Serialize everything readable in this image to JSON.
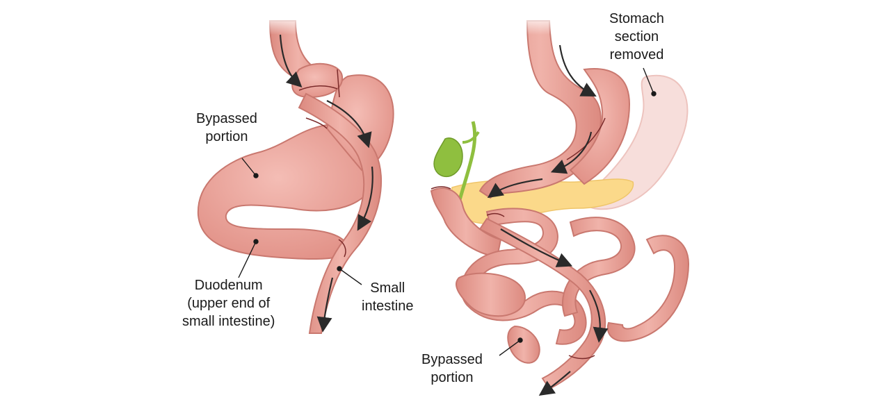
{
  "left_diagram": {
    "bypassed_portion_label": [
      "Bypassed",
      "portion"
    ],
    "duodenum_label": [
      "Duodenum",
      "(upper end of",
      "small intestine)"
    ],
    "small_intestine_label": [
      "Small",
      "intestine"
    ]
  },
  "right_diagram": {
    "stomach_removed_label": [
      "Stomach",
      "section",
      "removed"
    ],
    "bypassed_portion_label": [
      "Bypassed",
      "portion"
    ]
  },
  "colors": {
    "tissue": "#e9a39a",
    "tissue_edge": "#c9786f",
    "tissue_light": "#f6d2cc",
    "removed_stomach": "#f7dedb",
    "pancreas": "#fbd98a",
    "gallbladder": "#8fbf3f",
    "suture": "#7a2a2a",
    "arrow": "#2a2a2a"
  }
}
